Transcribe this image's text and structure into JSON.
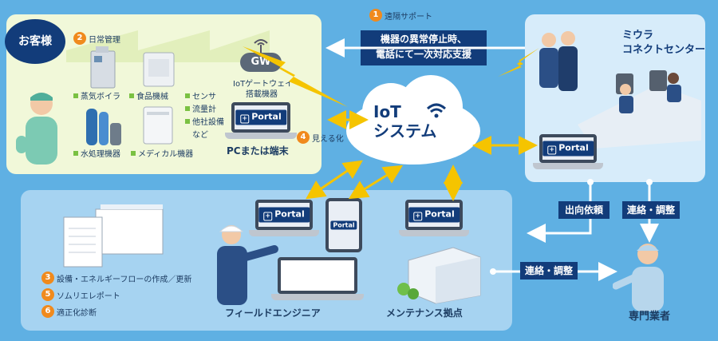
{
  "customer_area": {
    "badge": "お客様",
    "daily_management": {
      "num": "2",
      "label": "日常管理"
    },
    "equipment": [
      "蒸気ボイラ",
      "食品機械",
      "水処理機器",
      "メディカル機器"
    ],
    "sensors": [
      "センサ",
      "流量計",
      "他社設備",
      "など"
    ],
    "gw": {
      "label": "GW",
      "caption_line1": "IoTゲートウェイ",
      "caption_line2": "搭載機器"
    },
    "pc_caption": "PCまたは端末",
    "visualize": {
      "num": "4",
      "label": "見える化"
    }
  },
  "remote_support": {
    "num": "1",
    "label": "遠隔サポート",
    "box_line1": "機器の異常停止時、",
    "box_line2": "電話にて一次対応支援"
  },
  "iot_cloud": {
    "line1": "IoT",
    "line2": "システム"
  },
  "call_center": {
    "line1": "ミウラ",
    "line2": "コネクトセンター"
  },
  "portal_label": "Portal",
  "field_area": {
    "services": [
      {
        "num": "3",
        "label": "設備・エネルギーフローの作成／更新"
      },
      {
        "num": "5",
        "label": "ソムリエレポート"
      },
      {
        "num": "6",
        "label": "適正化診断"
      }
    ],
    "engineer_label": "フィールドエンジニア",
    "base_label": "メンテナンス拠点"
  },
  "dispatch_request": "出向依頼",
  "contact_adjust_1": "連絡・調整",
  "contact_adjust_2": "連絡・調整",
  "specialist": "専門業者",
  "colors": {
    "background": "#5fb0e3",
    "customer_panel": "#eef6d3",
    "navy": "#123c7a",
    "orange": "#f08a1d",
    "bolt": "#f5c400"
  }
}
